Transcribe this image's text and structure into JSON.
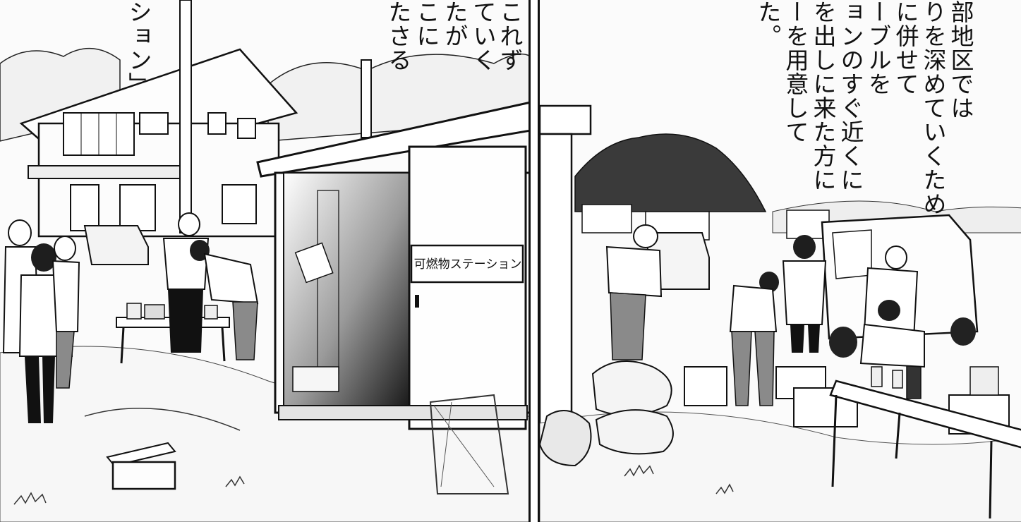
{
  "left_panel": {
    "narration": [
      "ション」",
      "たさる",
      "こに",
      "たが",
      "ていく",
      "これず"
    ],
    "sign_text": "可燃物ステーション"
  },
  "right_panel": {
    "narration": [
      "部地区では",
      "りを深めていくため",
      "に併せて",
      "ーブルを",
      "ョンのすぐ近くに",
      "を出しに来た方に",
      "ーを用意して",
      "た。"
    ]
  },
  "colors": {
    "ink": "#111111",
    "paper": "#fbfbfb",
    "shadow": "#2a2a2a"
  }
}
